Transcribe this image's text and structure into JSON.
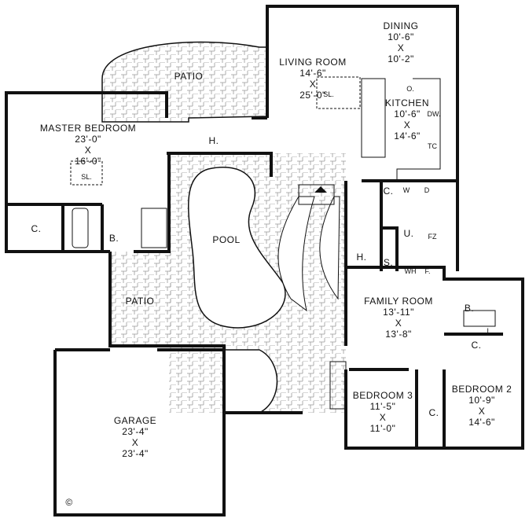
{
  "rooms": {
    "dining": {
      "name": "DINING",
      "width": "10'-6\"",
      "x": "X",
      "depth": "10'-2\""
    },
    "living": {
      "name": "LIVING ROOM",
      "width": "14'-6\"",
      "x": "X",
      "depth": "25'-0\""
    },
    "kitchen": {
      "name": "KITCHEN",
      "width": "10'-6\"",
      "x": "X",
      "depth": "14'-6\""
    },
    "master": {
      "name": "MASTER BEDROOM",
      "width": "23'-0\"",
      "x": "X",
      "depth": "16'-0\""
    },
    "family": {
      "name": "FAMILY ROOM",
      "width": "13'-11\"",
      "x": "X",
      "depth": "13'-8\""
    },
    "bedroom3": {
      "name": "BEDROOM 3",
      "width": "11'-5\"",
      "x": "X",
      "depth": "11'-0\""
    },
    "bedroom2": {
      "name": "BEDROOM 2",
      "width": "10'-9\"",
      "x": "X",
      "depth": "14'-6\""
    },
    "garage": {
      "name": "GARAGE",
      "width": "23'-4\"",
      "x": "X",
      "depth": "23'-4\""
    },
    "pool": {
      "name": "POOL"
    },
    "patio_top": {
      "name": "PATIO"
    },
    "patio_court": {
      "name": "PATIO"
    }
  },
  "abbr": {
    "hall_top": "H.",
    "hall_right": "H.",
    "sl_master": "SL.",
    "sl_living": "SL.",
    "closet_master": "C.",
    "bath_master": "B.",
    "oven": "O.",
    "dishwasher": "DW.",
    "trash": "TC",
    "closet_kitchen": "C.",
    "washer": "W",
    "dryer": "D",
    "utility": "U.",
    "freezer": "FZ",
    "storage": "S.",
    "water_heater": "WH",
    "furnace": "F.",
    "bath2": "B.",
    "linen": "L",
    "closet_bath2": "C.",
    "closet_bed3": "C."
  },
  "copyright": "©"
}
